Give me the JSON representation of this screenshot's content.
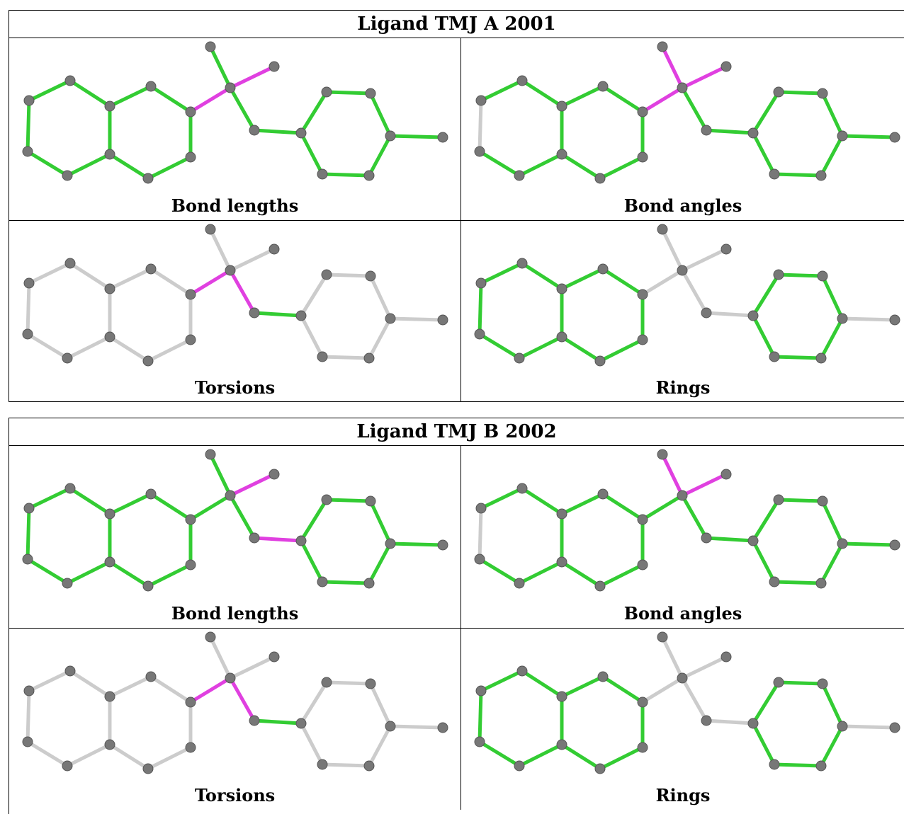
{
  "colors": {
    "outlier": "#e040e0",
    "ok": "#33cc33",
    "none": "#cccccc",
    "atom": "#777777"
  },
  "ligands": [
    {
      "title": "Ligand TMJ A 2001",
      "panels": [
        {
          "caption": "Bond lengths",
          "bonds": [
            "g",
            "g",
            "g",
            "g",
            "g",
            "g",
            "g",
            "g",
            "g",
            "g",
            "g",
            "m",
            "g",
            "m",
            "g",
            "g",
            "g",
            "g",
            "g",
            "g",
            "g"
          ]
        },
        {
          "caption": "Bond angles",
          "bonds": [
            "n",
            "g",
            "g",
            "g",
            "g",
            "g",
            "g",
            "g",
            "g",
            "g",
            "g",
            "m",
            "m",
            "m",
            "g",
            "g",
            "g",
            "g",
            "g",
            "g",
            "g"
          ]
        },
        {
          "caption": "Torsions",
          "bonds": [
            "n",
            "n",
            "n",
            "n",
            "n",
            "n",
            "n",
            "n",
            "n",
            "n",
            "n",
            "m",
            "n",
            "n",
            "m",
            "g",
            "n",
            "n",
            "n",
            "n",
            "n"
          ]
        },
        {
          "caption": "Rings",
          "bonds": [
            "g",
            "g",
            "g",
            "g",
            "g",
            "g",
            "g",
            "g",
            "g",
            "g",
            "g",
            "n",
            "n",
            "n",
            "n",
            "n",
            "g",
            "g",
            "g",
            "g",
            "n"
          ]
        }
      ]
    },
    {
      "title": "Ligand TMJ B 2002",
      "panels": [
        {
          "caption": "Bond lengths",
          "bonds": [
            "g",
            "g",
            "g",
            "g",
            "g",
            "g",
            "g",
            "g",
            "g",
            "g",
            "g",
            "g",
            "g",
            "m",
            "g",
            "m",
            "g",
            "g",
            "g",
            "g",
            "g"
          ]
        },
        {
          "caption": "Bond angles",
          "bonds": [
            "n",
            "g",
            "g",
            "g",
            "g",
            "g",
            "g",
            "g",
            "g",
            "g",
            "g",
            "g",
            "m",
            "m",
            "g",
            "g",
            "g",
            "g",
            "g",
            "g",
            "g"
          ]
        },
        {
          "caption": "Torsions",
          "bonds": [
            "n",
            "n",
            "n",
            "n",
            "n",
            "n",
            "n",
            "n",
            "n",
            "n",
            "n",
            "m",
            "n",
            "n",
            "m",
            "g",
            "n",
            "n",
            "n",
            "n",
            "n"
          ]
        },
        {
          "caption": "Rings",
          "bonds": [
            "g",
            "g",
            "g",
            "g",
            "g",
            "g",
            "g",
            "g",
            "g",
            "g",
            "g",
            "n",
            "n",
            "n",
            "n",
            "n",
            "g",
            "g",
            "g",
            "g",
            "n"
          ]
        }
      ]
    }
  ]
}
